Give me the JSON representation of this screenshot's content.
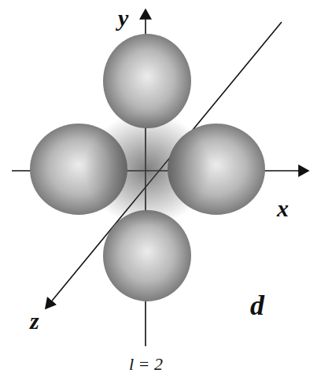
{
  "diagram": {
    "caption": "l = 2",
    "labels": [
      "y",
      "x",
      "z",
      "d"
    ]
  }
}
